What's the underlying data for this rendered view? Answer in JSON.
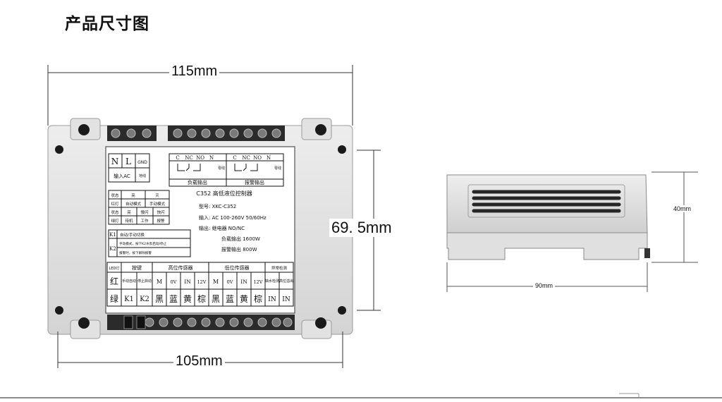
{
  "title": "产品尺寸图",
  "front_view": {
    "dims": {
      "width_top": "115mm",
      "width_bottom": "105mm",
      "height": "69. 5mm"
    },
    "terminals_input": [
      "N",
      "L",
      "GND"
    ],
    "input_caption": "输入AC",
    "ground_caption": "地线",
    "relay_pins": [
      "C",
      "NC",
      "NO",
      "N"
    ],
    "neutral_label": "零线",
    "load_output_label": "负载输出",
    "alarm_output_label": "报警输出",
    "device_name": "C352  高低液位控制器",
    "spec_lines": [
      "型号: XKC-C352",
      "输入: AC 100-260V 50/60Hz",
      "输出: 继电器 NO/NC",
      "负载输出 1600W",
      "报警输出 800W"
    ],
    "status_table": {
      "rows": [
        [
          "状态",
          "亮",
          "灭"
        ],
        [
          "红灯",
          "自动模式",
          "手动模式"
        ],
        [
          "状态",
          "亮",
          "慢闪",
          "快闪"
        ],
        [
          "绿灯",
          "待机",
          "工作",
          "报警"
        ]
      ]
    },
    "k_table": {
      "k1_label": "K1",
      "k1_text": "自动/手动切换",
      "k2_label": "K2",
      "k2_lines": [
        "手动模式，按下K2水泵启动/停止",
        "报警时，按下解除报警"
      ]
    },
    "bottom_table": {
      "headers": [
        "LED灯",
        "按键",
        "高位传感器",
        "低位传感器",
        "异常检测"
      ],
      "leds": [
        "红",
        "绿"
      ],
      "keys": [
        "手动自动",
        "停止启动",
        "K1",
        "K2"
      ],
      "sensor_pins": [
        "M",
        "0V",
        "IN",
        "12V"
      ],
      "sensor_colors": [
        "黑",
        "蓝",
        "黄",
        "棕"
      ],
      "anomaly": [
        "缺水检测",
        "高位溢出",
        "IN",
        "IN"
      ]
    }
  },
  "side_view": {
    "dims": {
      "height": "40mm",
      "width": "90mm"
    }
  }
}
